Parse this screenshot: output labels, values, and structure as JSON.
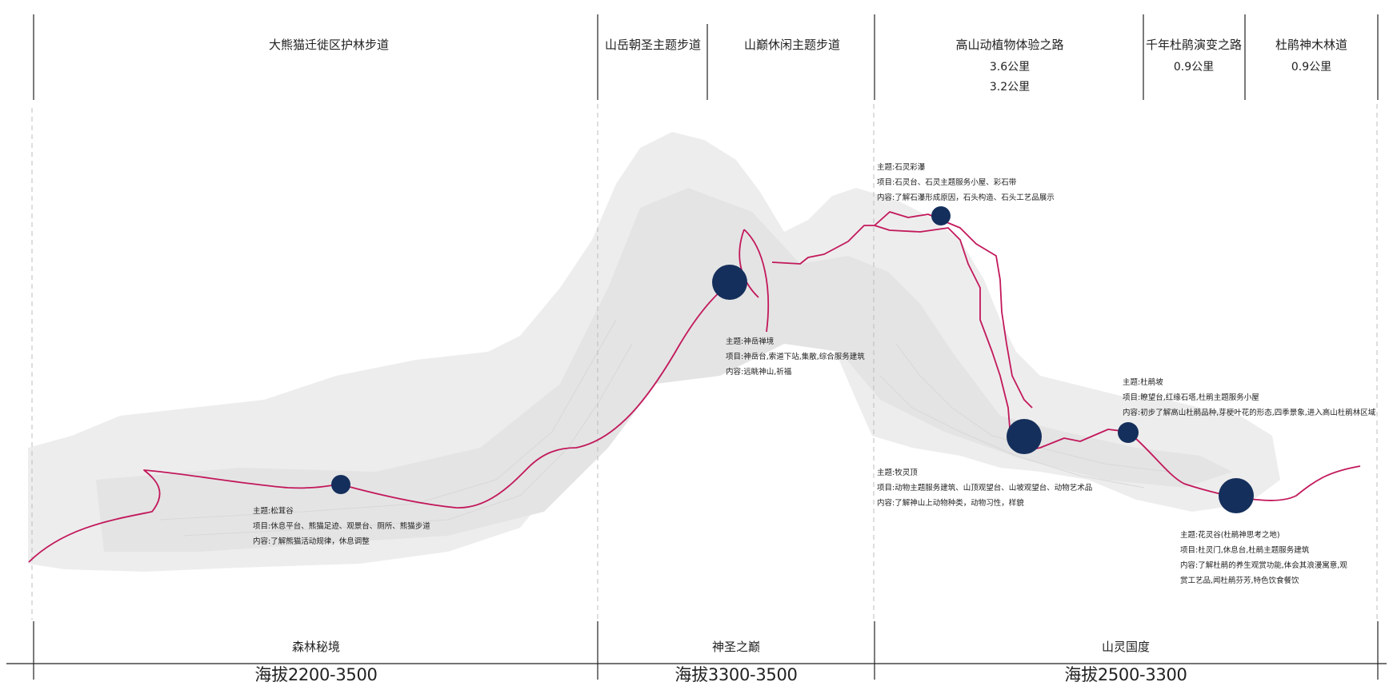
{
  "trails": [
    {
      "name": "大熊猫迁徙区护林步道"
    },
    {
      "name": "山岳朝圣主题步道"
    },
    {
      "name": "山巅休闲主题步道"
    },
    {
      "name": "高山动植物体验之路",
      "distances": [
        "3.6公里",
        "3.2公里"
      ]
    },
    {
      "name": "千年杜鹃演变之路",
      "distances": [
        "0.9公里"
      ]
    },
    {
      "name": "杜鹃神木林道",
      "distances": [
        "0.9公里"
      ]
    }
  ],
  "zones": [
    {
      "name": "森林秘境",
      "altitude": "海拔2200-3500"
    },
    {
      "name": "神圣之巅",
      "altitude": "海拔3300-3500"
    },
    {
      "name": "山灵国度",
      "altitude": "海拔2500-3300"
    }
  ],
  "nodes": [
    {
      "theme": "主题:松茸谷",
      "items": "项目:休息平台、熊猫足迹、观景台、厕所、熊猫步道",
      "content": "内容:了解熊猫活动规律，休息调整"
    },
    {
      "theme": "主题:神岳禅境",
      "items": "项目:神岳台,索道下站,集散,综合服务建筑",
      "content": "内容:远眺神山,祈福"
    },
    {
      "theme": "主题:石灵彩瀑",
      "items": "项目:石灵台、石灵主题服务小屋、彩石带",
      "content": "内容:了解石瀑形成原因，石头构造、石头工艺品展示"
    },
    {
      "theme": "主题:牧灵顶",
      "items": "项目:动物主题服务建筑、山顶观望台、山坡观望台、动物艺术品",
      "content": "内容:了解神山上动物种类，动物习性，样貌"
    },
    {
      "theme": "主题:杜鹃坡",
      "items": "项目:瞭望台,红缘石塔,杜鹃主题服务小屋",
      "content": "内容:初步了解高山杜鹃品种,芽梗叶花的形态,四季景象,进入高山杜鹃林区域"
    },
    {
      "theme": "主题:花灵谷(杜鹃神思考之地)",
      "items": "项目:杜灵门,休息台,杜鹃主题服务建筑",
      "content": "内容:了解杜鹃的养生观赏功能,体会其浪漫寓意,观赏工艺品,闻杜鹃芬芳,特色饮食餐饮"
    }
  ],
  "colors": {
    "route": "#c2185b",
    "node": "#152f5c",
    "terrain": "#ededed",
    "line": "#222222"
  }
}
